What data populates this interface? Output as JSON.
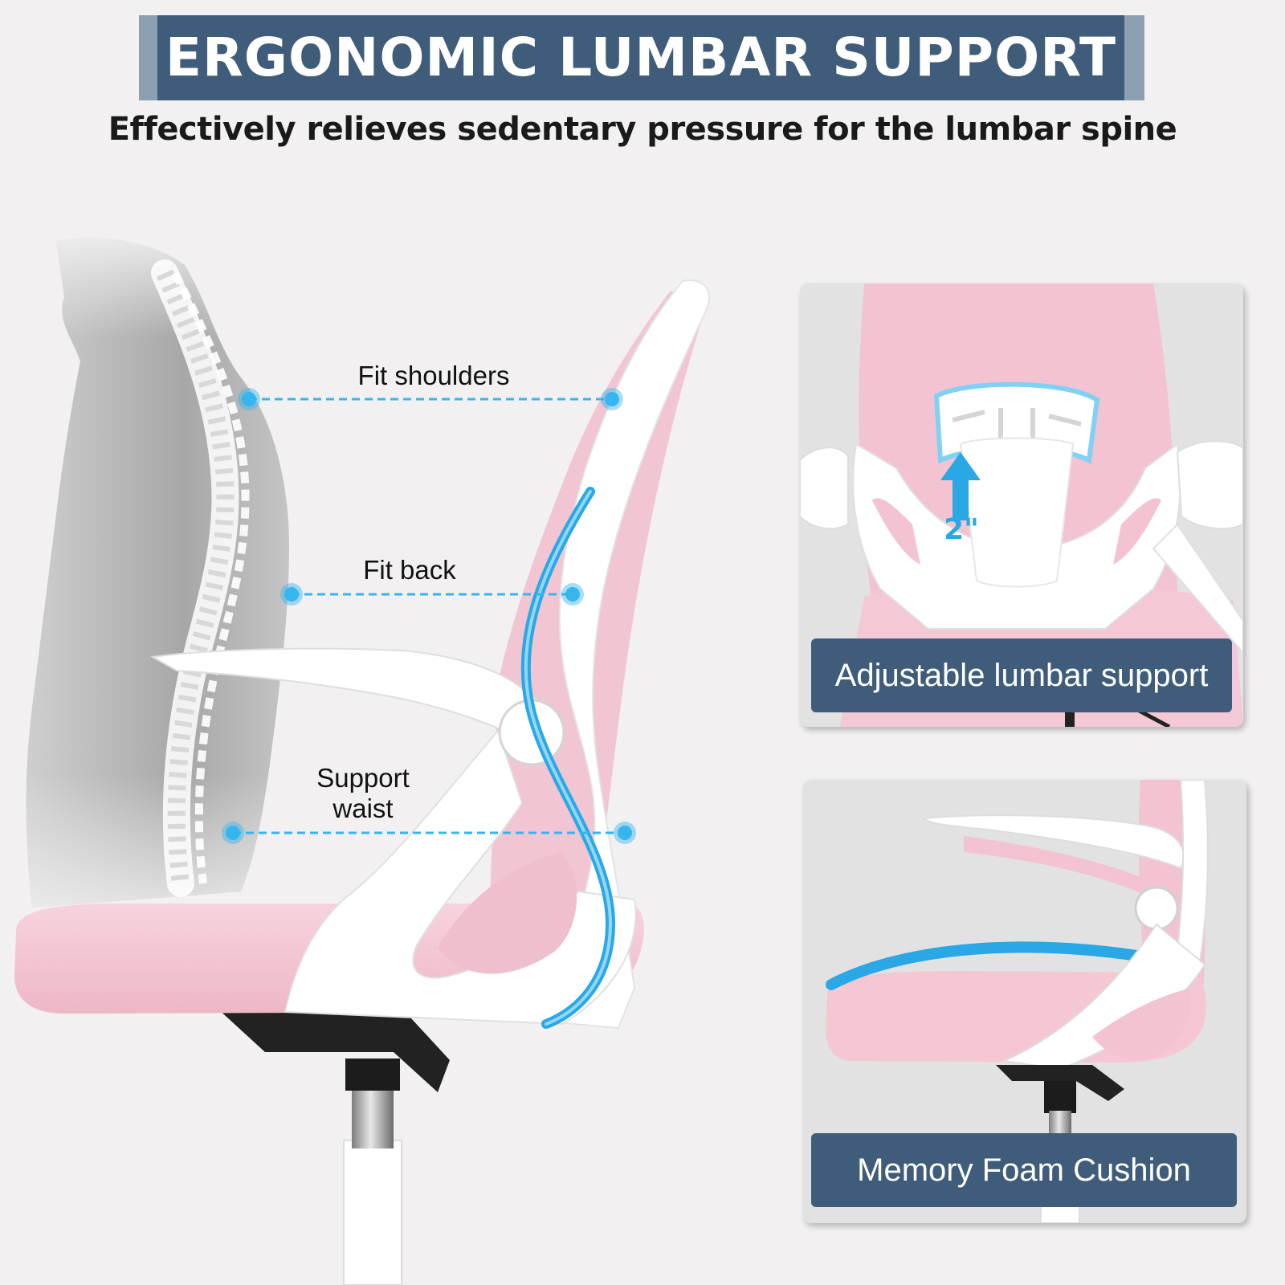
{
  "header": {
    "title": "ERGONOMIC LUMBAR SUPPORT",
    "subtitle": "Effectively relieves sedentary pressure for the lumbar spine"
  },
  "callouts": {
    "shoulders": "Fit shoulders",
    "back": "Fit back",
    "waist_line1": "Support",
    "waist_line2": "waist"
  },
  "panels": {
    "lumbar": {
      "caption": "Adjustable lumbar support",
      "height_label": "2\""
    },
    "cushion": {
      "caption": "Memory Foam Cushion"
    }
  },
  "colors": {
    "banner": "#3f5d7a",
    "banner_edge": "#8da0b2",
    "accent_blue": "#35b6ee",
    "mesh_pink": "#f2c5d2",
    "frame_white": "#ffffff",
    "background": "#f2f0f0"
  }
}
